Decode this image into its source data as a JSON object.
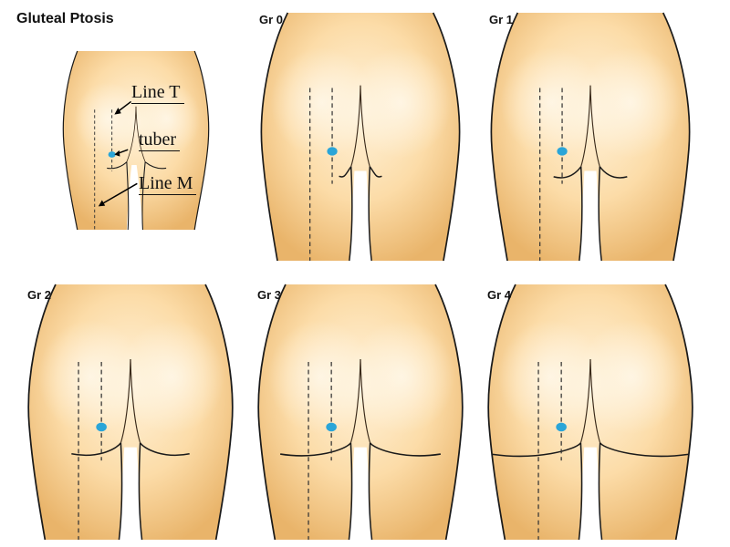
{
  "figure": {
    "title": "Gluteal Ptosis"
  },
  "reference": {
    "labels": {
      "line_t": "Line T",
      "tuber": "tuber",
      "line_m": "Line M"
    }
  },
  "panels": [
    {
      "label": "Gr 0",
      "grade": 0
    },
    {
      "label": "Gr 1",
      "grade": 1
    },
    {
      "label": "Gr 2",
      "grade": 2
    },
    {
      "label": "Gr 3",
      "grade": 3
    },
    {
      "label": "Gr 4",
      "grade": 4
    }
  ],
  "colors": {
    "skin_center": "#fde8c4",
    "skin_edge": "#e8b46c",
    "outline": "#1a1a1a",
    "tuber_marker": "#2aa5d8",
    "dashed_line": "#333333",
    "background": "#ffffff"
  }
}
